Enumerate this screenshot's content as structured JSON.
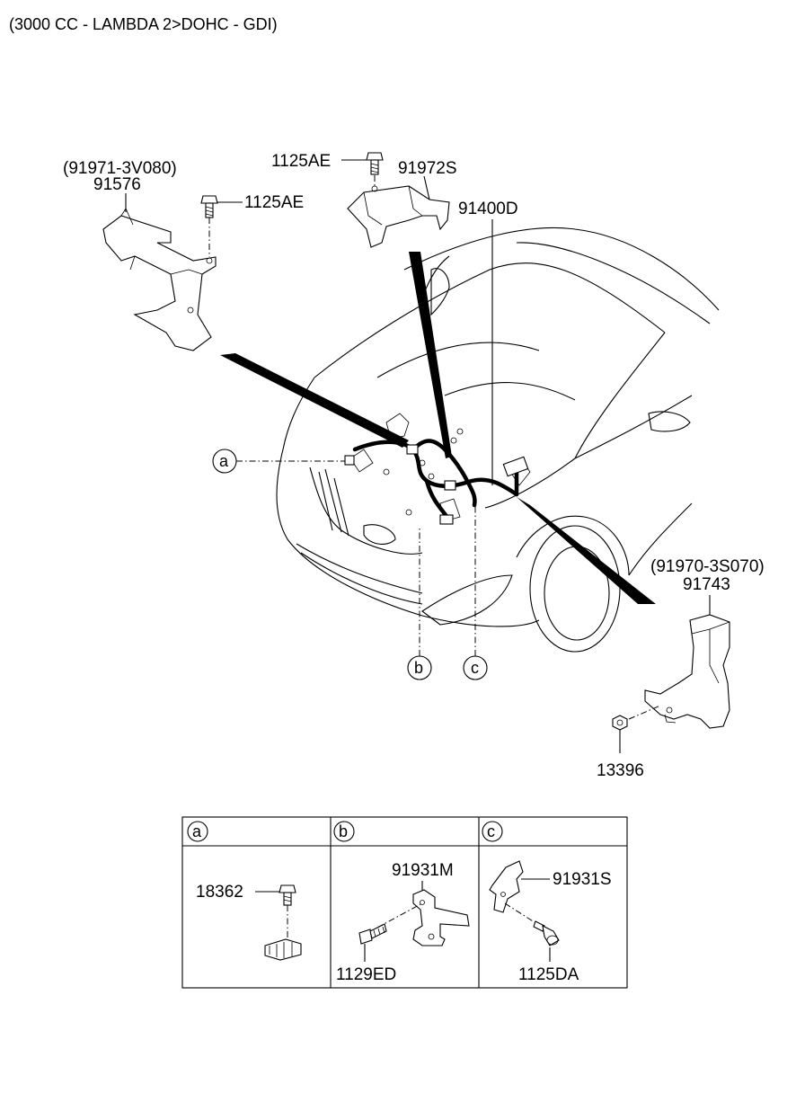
{
  "header": {
    "engine_spec": "(3000 CC - LAMBDA 2>DOHC - GDI)"
  },
  "parts": {
    "p_91971_3V080": "(91971-3V080)",
    "p_91576": "91576",
    "p_1125AE_left": "1125AE",
    "p_1125AE_top": "1125AE",
    "p_91972S": "91972S",
    "p_91400D": "91400D",
    "p_91970_3S070": "(91970-3S070)",
    "p_91743": "91743",
    "p_13396": "13396"
  },
  "callouts": {
    "a": "a",
    "b": "b",
    "c": "c"
  },
  "detail_table": {
    "cells": [
      {
        "key": "a",
        "parts": [
          "18362"
        ]
      },
      {
        "key": "b",
        "parts": [
          "91931M",
          "1129ED"
        ]
      },
      {
        "key": "c",
        "parts": [
          "91931S",
          "1125DA"
        ]
      }
    ]
  }
}
